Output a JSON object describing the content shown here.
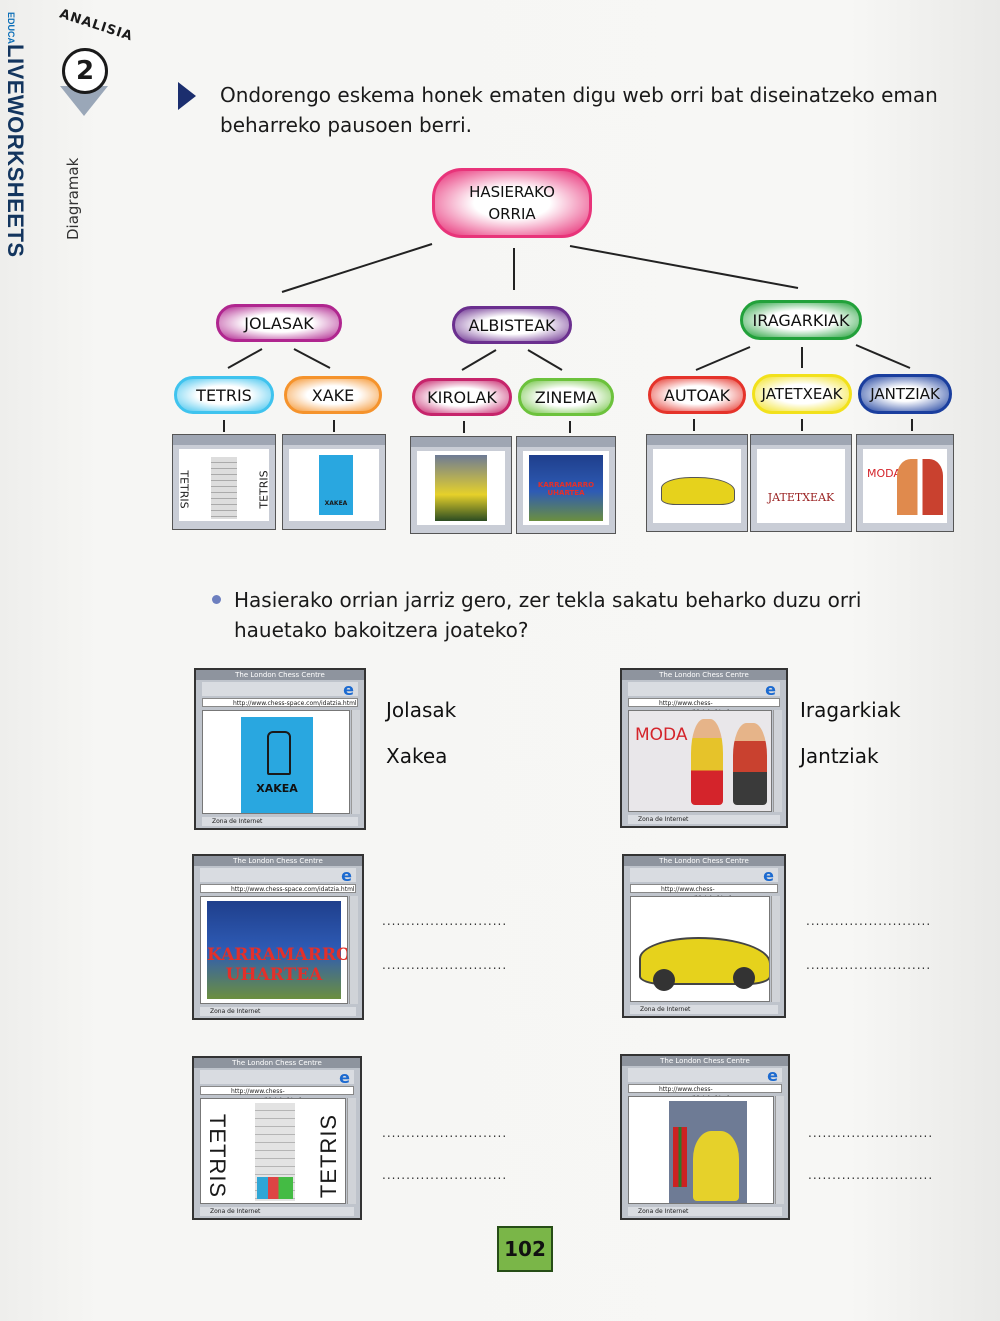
{
  "brand": {
    "small": "EDUCA",
    "name": "LIVEWORKSHEETS"
  },
  "badge": {
    "title": "ANALISIA",
    "number": "2"
  },
  "side_label": "Diagramak",
  "intro": "Ondorengo eskema honek ematen digu web orri bat diseinatzeko eman beharreko pausoen berri.",
  "tree": {
    "root": "HASIERAKO\nORRIA",
    "branches": [
      {
        "label": "JOLASAK",
        "children": [
          "TETRIS",
          "XAKE"
        ]
      },
      {
        "label": "ALBISTEAK",
        "children": [
          "KIROLAK",
          "ZINEMA"
        ]
      },
      {
        "label": "IRAGARKIAK",
        "children": [
          "AUTOAK",
          "JATETXEAK",
          "JANTZIAK"
        ]
      }
    ],
    "thumb_texts": {
      "tetris": "TETRIS",
      "xake": "XAKEA",
      "zinema": "KARRAMARRO UHARTEA",
      "jatetxeak": "JATETXEAK",
      "jantziak": "MODA"
    }
  },
  "question": "Hasierako orrian jarriz gero, zer tekla sakatu beharko duzu orri hauetako bakoitzera joateko?",
  "browser": {
    "title": "The London Chess Centre",
    "url": "http://www.chess-space.com/idatzia.html",
    "status": "Zona de Internet"
  },
  "exercises": [
    {
      "poster": "XAKEA",
      "answers": [
        "Jolasak",
        "Xakea"
      ]
    },
    {
      "poster": "MODA",
      "answers": [
        "Iragarkiak",
        "Jantziak"
      ]
    },
    {
      "poster": "KARRAMARRO UHARTEA",
      "answers": [
        "..........................",
        ".........................."
      ]
    },
    {
      "poster": "",
      "answers": [
        "..........................",
        ".........................."
      ]
    },
    {
      "poster": "TETRIS",
      "answers": [
        "..........................",
        ".........................."
      ]
    },
    {
      "poster": "",
      "answers": [
        "..........................",
        ".........................."
      ]
    }
  ],
  "page_number": "102",
  "colors": {
    "root": "#e8347a",
    "jolasak": "#b0268f",
    "albisteak": "#6b2f8f",
    "iragarkiak": "#22a13a",
    "tetris": "#3fc3ee",
    "xake": "#f5932c",
    "kirolak": "#c6246b",
    "zinema": "#6cc23c",
    "autoak": "#e5332a",
    "jatetxeak": "#f2e11b",
    "jantziak": "#1a3e9e"
  }
}
